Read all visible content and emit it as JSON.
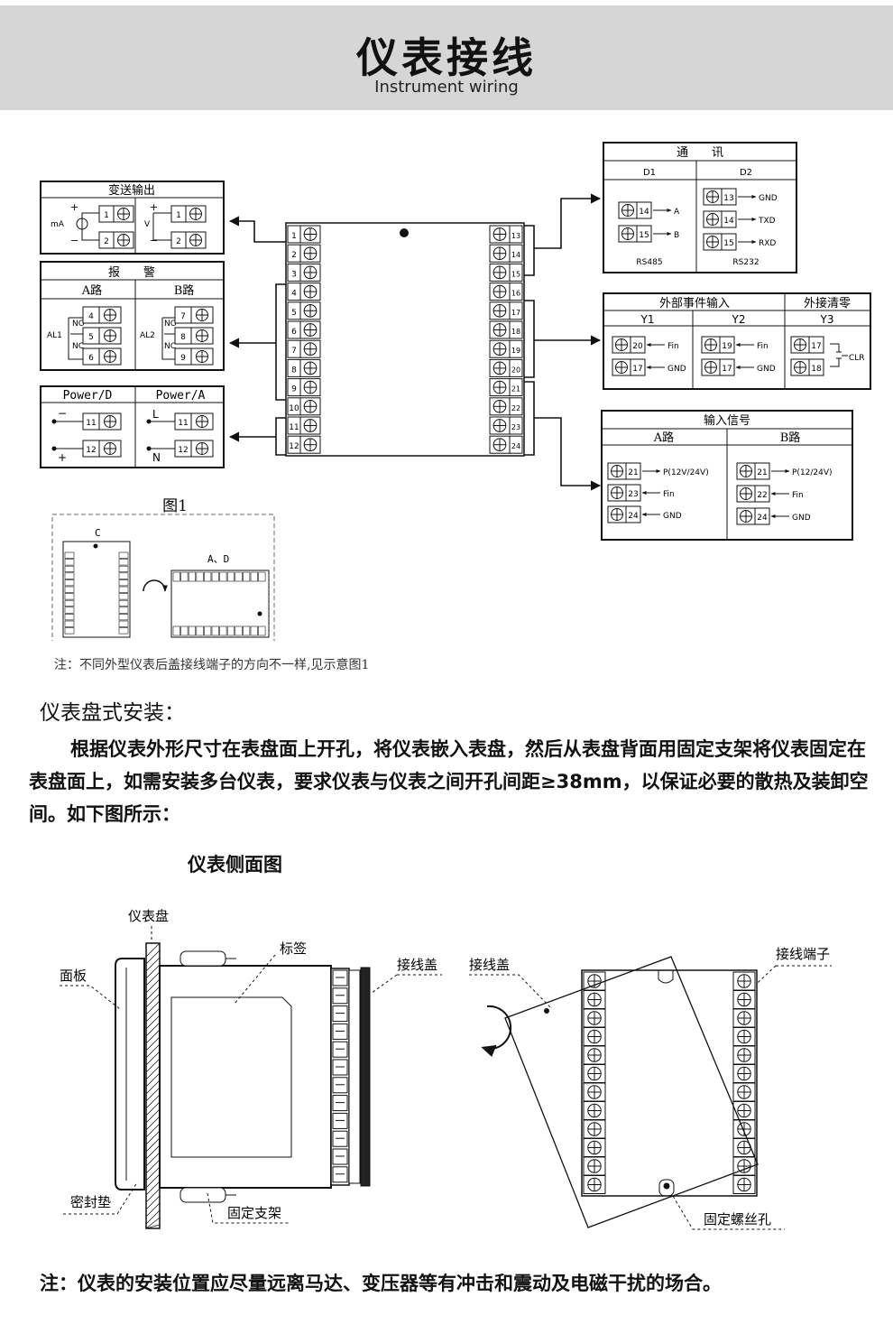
{
  "header": {
    "title": "仪表接线",
    "subtitle": "Instrument wiring"
  },
  "fig1": {
    "caption": "图1",
    "terminals_left": [
      "1",
      "2",
      "3",
      "4",
      "5",
      "6",
      "7",
      "8",
      "9",
      "10",
      "11",
      "12"
    ],
    "terminals_right": [
      "13",
      "14",
      "15",
      "16",
      "17",
      "18",
      "19",
      "20",
      "21",
      "22",
      "23",
      "24"
    ],
    "inset": {
      "label_c": "C",
      "label_ad": "A、D"
    }
  },
  "transmit": {
    "title": "变送输出",
    "ma": "mA",
    "v": "V",
    "t1": "1",
    "t2": "2",
    "plus": "+",
    "minus": "−"
  },
  "alarm": {
    "title": "报　　警",
    "a_path": "A路",
    "b_path": "B路",
    "al1": "AL1",
    "al2": "AL2",
    "no": "NO",
    "nc": "NC",
    "a_terms": [
      "4",
      "5",
      "6"
    ],
    "b_terms": [
      "7",
      "8",
      "9"
    ]
  },
  "power": {
    "d_title": "Power/D",
    "a_title": "Power/A",
    "t11": "11",
    "t12": "12",
    "l": "L",
    "n": "N",
    "minus": "−",
    "plus": "+"
  },
  "comm": {
    "title": "通　　讯",
    "d1": "D1",
    "d2": "D2",
    "d1_rows": [
      {
        "term": "14",
        "sig": "A"
      },
      {
        "term": "15",
        "sig": "B"
      }
    ],
    "d2_rows": [
      {
        "term": "13",
        "sig": "GND"
      },
      {
        "term": "14",
        "sig": "TXD"
      },
      {
        "term": "15",
        "sig": "RXD"
      }
    ],
    "d1_name": "RS485",
    "d2_name": "RS232"
  },
  "events": {
    "title": "外部事件输入",
    "clear_title": "外接清零",
    "y1": "Y1",
    "y2": "Y2",
    "y3": "Y3",
    "y1_rows": [
      {
        "term": "20",
        "sig": "Fin"
      },
      {
        "term": "17",
        "sig": "GND"
      }
    ],
    "y2_rows": [
      {
        "term": "19",
        "sig": "Fin"
      },
      {
        "term": "17",
        "sig": "GND"
      }
    ],
    "y3_terms": [
      "17",
      "18"
    ],
    "clr": "CLR"
  },
  "input": {
    "title": "输入信号",
    "a_path": "A路",
    "b_path": "B路",
    "a_rows": [
      {
        "term": "21",
        "sig": "P(12V/24V)"
      },
      {
        "term": "23",
        "sig": "Fin"
      },
      {
        "term": "24",
        "sig": "GND"
      }
    ],
    "b_rows": [
      {
        "term": "21",
        "sig": "P(12/24V)"
      },
      {
        "term": "22",
        "sig": "Fin"
      },
      {
        "term": "24",
        "sig": "GND"
      }
    ]
  },
  "note1": "注：不同外型仪表后盖接线端子的方向不一样,见示意图1",
  "mount": {
    "heading": "仪表盘式安装：",
    "paragraph": "根据仪表外形尺寸在表盘面上开孔，将仪表嵌入表盘，然后从表盘背面用固定支架将仪表固定在表盘面上，如需安装多台仪表，要求仪表与仪表之间开孔间距≥38mm，以保证必要的散热及装卸空间。如下图所示：",
    "side_title": "仪表侧面图",
    "labels": {
      "panel_board": "仪表盘",
      "face": "面板",
      "tag": "标签",
      "cover": "接线盖",
      "gasket": "密封垫",
      "bracket": "固定支架",
      "cover2": "接线盖",
      "terminal": "接线端子",
      "screw_hole": "固定螺丝孔"
    }
  },
  "note2": "注：仪表的安装位置应尽量远离马达、变压器等有冲击和震动及电磁干扰的场合。"
}
